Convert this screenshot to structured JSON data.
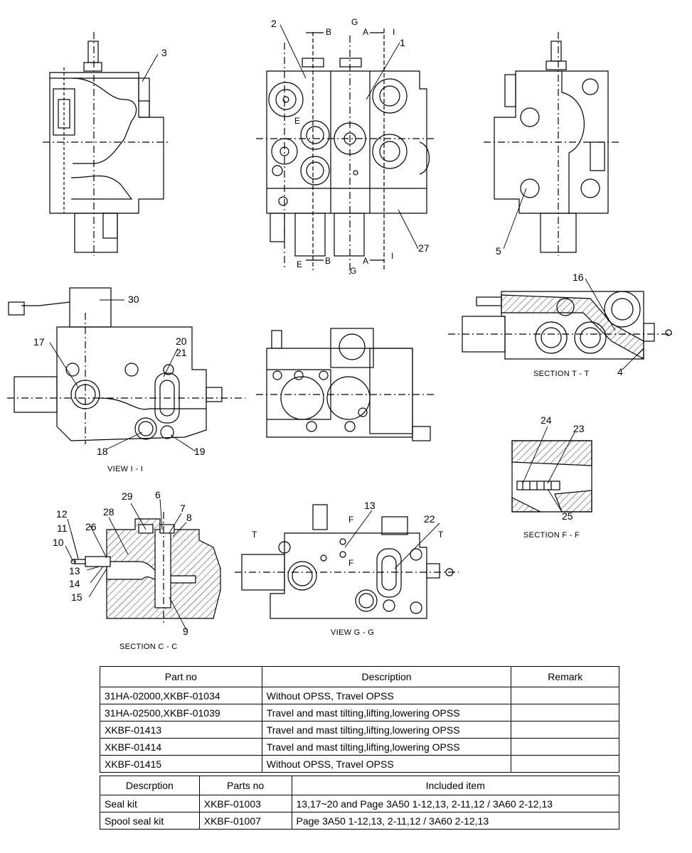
{
  "callouts": {
    "n1": "1",
    "n2": "2",
    "n3": "3",
    "n4": "4",
    "n5": "5",
    "n6": "6",
    "n7": "7",
    "n8": "8",
    "n9": "9",
    "n10": "10",
    "n11": "11",
    "n12": "12",
    "n13a": "13",
    "n13b": "13",
    "n14": "14",
    "n15": "15",
    "n16": "16",
    "n17": "17",
    "n18": "18",
    "n19": "19",
    "n20": "20",
    "n21": "21",
    "n22": "22",
    "n23": "23",
    "n24": "24",
    "n25": "25",
    "n26": "26",
    "n27": "27",
    "n28": "28",
    "n29": "29",
    "n30": "30"
  },
  "section_marks": {
    "b_top": "B",
    "g_top": "G",
    "a_top": "A",
    "i_top": "I",
    "e_mid": "E",
    "e_bot": "E",
    "b_bot": "B",
    "g_bot": "G",
    "a_bot": "A",
    "i_bot": "I",
    "f_top": "F",
    "f_bot": "F",
    "t_left": "T",
    "t_right": "T"
  },
  "captions": {
    "view_i": "VIEW I - I",
    "section_t": "SECTION T - T",
    "section_f": "SECTION F - F",
    "section_c": "SECTION C - C",
    "view_g": "VIEW G - G"
  },
  "parts_table": {
    "headers": [
      "Part no",
      "Description",
      "Remark"
    ],
    "rows": [
      {
        "part_no": "31HA-02000,XKBF-01034",
        "description": "Without OPSS, Travel OPSS",
        "remark": ""
      },
      {
        "part_no": "31HA-02500,XKBF-01039",
        "description": "Travel and mast tilting,lifting,lowering OPSS",
        "remark": ""
      },
      {
        "part_no": "XKBF-01413",
        "description": "Travel and mast tilting,lifting,lowering OPSS",
        "remark": ""
      },
      {
        "part_no": "XKBF-01414",
        "description": "Travel and mast tilting,lifting,lowering OPSS",
        "remark": ""
      },
      {
        "part_no": "XKBF-01415",
        "description": "Without OPSS, Travel OPSS",
        "remark": ""
      }
    ]
  },
  "kit_table": {
    "headers": [
      "Descrption",
      "Parts no",
      "Included item"
    ],
    "rows": [
      {
        "description": "Seal kit",
        "parts_no": "XKBF-01003",
        "included": "13,17~20 and Page 3A50 1-12,13, 2-11,12 / 3A60 2-12,13"
      },
      {
        "description": "Spool seal kit",
        "parts_no": "XKBF-01007",
        "included": "Page 3A50 1-12,13, 2-11,12 / 3A60 2-12,13"
      }
    ]
  }
}
